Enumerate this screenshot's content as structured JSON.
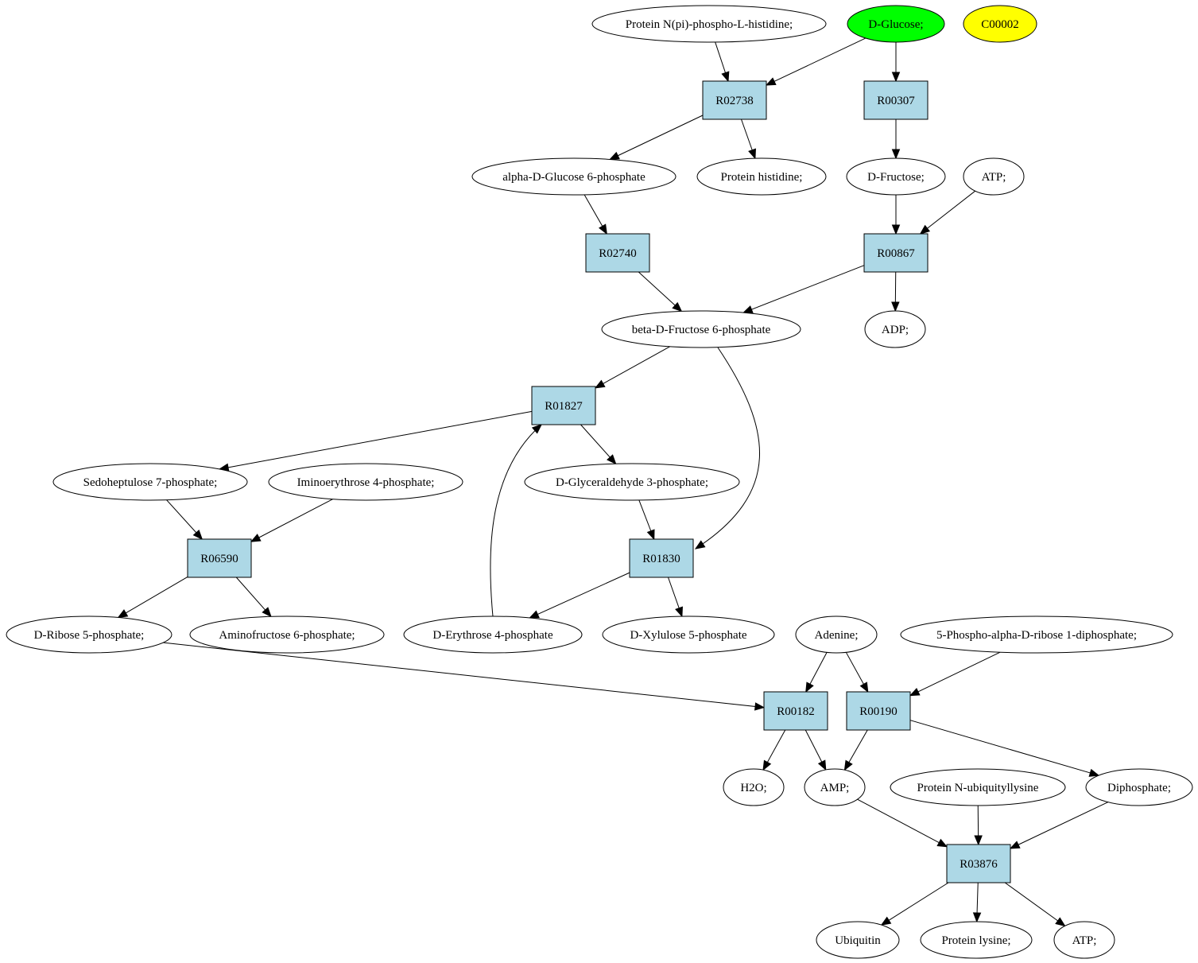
{
  "colors": {
    "reaction_fill": "#add8e6",
    "compound_fill": "#ffffff",
    "highlight_green": "#00ff00",
    "highlight_yellow": "#ffff00",
    "edge": "#000000"
  },
  "nodes": [
    {
      "id": "c_pnph",
      "kind": "compound",
      "label": "Protein N(pi)-phospho-L-histidine;"
    },
    {
      "id": "c_dglc",
      "kind": "compound",
      "label": "D-Glucose;",
      "fill": "highlight_green"
    },
    {
      "id": "c_c00002",
      "kind": "compound",
      "label": "C00002",
      "fill": "highlight_yellow"
    },
    {
      "id": "r_R02738",
      "kind": "reaction",
      "label": "R02738"
    },
    {
      "id": "r_R00307",
      "kind": "reaction",
      "label": "R00307"
    },
    {
      "id": "c_ag6p",
      "kind": "compound",
      "label": "alpha-D-Glucose 6-phosphate"
    },
    {
      "id": "c_phis",
      "kind": "compound",
      "label": "Protein histidine;"
    },
    {
      "id": "c_dfru",
      "kind": "compound",
      "label": "D-Fructose;"
    },
    {
      "id": "c_atp1",
      "kind": "compound",
      "label": "ATP;"
    },
    {
      "id": "r_R02740",
      "kind": "reaction",
      "label": "R02740"
    },
    {
      "id": "r_R00867",
      "kind": "reaction",
      "label": "R00867"
    },
    {
      "id": "c_bf6p",
      "kind": "compound",
      "label": "beta-D-Fructose 6-phosphate"
    },
    {
      "id": "c_adp",
      "kind": "compound",
      "label": "ADP;"
    },
    {
      "id": "r_R01827",
      "kind": "reaction",
      "label": "R01827"
    },
    {
      "id": "c_s7p",
      "kind": "compound",
      "label": "Sedoheptulose 7-phosphate;"
    },
    {
      "id": "c_ie4p",
      "kind": "compound",
      "label": "Iminoerythrose 4-phosphate;"
    },
    {
      "id": "c_g3p",
      "kind": "compound",
      "label": "D-Glyceraldehyde 3-phosphate;"
    },
    {
      "id": "r_R06590",
      "kind": "reaction",
      "label": "R06590"
    },
    {
      "id": "r_R01830",
      "kind": "reaction",
      "label": "R01830"
    },
    {
      "id": "c_r5p",
      "kind": "compound",
      "label": "D-Ribose 5-phosphate;"
    },
    {
      "id": "c_af6p",
      "kind": "compound",
      "label": "Aminofructose 6-phosphate;"
    },
    {
      "id": "c_e4p",
      "kind": "compound",
      "label": "D-Erythrose 4-phosphate"
    },
    {
      "id": "c_x5p",
      "kind": "compound",
      "label": "D-Xylulose 5-phosphate"
    },
    {
      "id": "c_ade",
      "kind": "compound",
      "label": "Adenine;"
    },
    {
      "id": "c_prpp",
      "kind": "compound",
      "label": "5-Phospho-alpha-D-ribose 1-diphosphate;"
    },
    {
      "id": "r_R00182",
      "kind": "reaction",
      "label": "R00182"
    },
    {
      "id": "r_R00190",
      "kind": "reaction",
      "label": "R00190"
    },
    {
      "id": "c_h2o",
      "kind": "compound",
      "label": "H2O;"
    },
    {
      "id": "c_amp",
      "kind": "compound",
      "label": "AMP;"
    },
    {
      "id": "c_pnub",
      "kind": "compound",
      "label": "Protein N-ubiquityllysine"
    },
    {
      "id": "c_ppi",
      "kind": "compound",
      "label": "Diphosphate;"
    },
    {
      "id": "r_R03876",
      "kind": "reaction",
      "label": "R03876"
    },
    {
      "id": "c_ubq",
      "kind": "compound",
      "label": "Ubiquitin"
    },
    {
      "id": "c_plys",
      "kind": "compound",
      "label": "Protein lysine;"
    },
    {
      "id": "c_atp2",
      "kind": "compound",
      "label": "ATP;"
    }
  ],
  "edges": [
    {
      "from": "c_pnph",
      "to": "r_R02738"
    },
    {
      "from": "c_dglc",
      "to": "r_R02738"
    },
    {
      "from": "c_dglc",
      "to": "r_R00307"
    },
    {
      "from": "r_R02738",
      "to": "c_ag6p"
    },
    {
      "from": "r_R02738",
      "to": "c_phis"
    },
    {
      "from": "r_R00307",
      "to": "c_dfru"
    },
    {
      "from": "c_ag6p",
      "to": "r_R02740"
    },
    {
      "from": "c_dfru",
      "to": "r_R00867"
    },
    {
      "from": "c_atp1",
      "to": "r_R00867"
    },
    {
      "from": "r_R02740",
      "to": "c_bf6p"
    },
    {
      "from": "r_R00867",
      "to": "c_bf6p"
    },
    {
      "from": "r_R00867",
      "to": "c_adp"
    },
    {
      "from": "c_bf6p",
      "to": "r_R01827"
    },
    {
      "from": "c_bf6p",
      "to": "r_R01830"
    },
    {
      "from": "r_R01827",
      "to": "c_s7p"
    },
    {
      "from": "r_R01827",
      "to": "c_g3p"
    },
    {
      "from": "c_s7p",
      "to": "r_R06590"
    },
    {
      "from": "c_ie4p",
      "to": "r_R06590"
    },
    {
      "from": "c_g3p",
      "to": "r_R01830"
    },
    {
      "from": "r_R06590",
      "to": "c_r5p"
    },
    {
      "from": "r_R06590",
      "to": "c_af6p"
    },
    {
      "from": "r_R01830",
      "to": "c_e4p"
    },
    {
      "from": "r_R01830",
      "to": "c_x5p"
    },
    {
      "from": "c_e4p",
      "to": "r_R01827"
    },
    {
      "from": "c_r5p",
      "to": "r_R00182"
    },
    {
      "from": "c_ade",
      "to": "r_R00182"
    },
    {
      "from": "c_ade",
      "to": "r_R00190"
    },
    {
      "from": "c_prpp",
      "to": "r_R00190"
    },
    {
      "from": "r_R00182",
      "to": "c_h2o"
    },
    {
      "from": "r_R00182",
      "to": "c_amp"
    },
    {
      "from": "r_R00190",
      "to": "c_amp"
    },
    {
      "from": "r_R00190",
      "to": "c_ppi"
    },
    {
      "from": "c_amp",
      "to": "r_R03876"
    },
    {
      "from": "c_pnub",
      "to": "r_R03876"
    },
    {
      "from": "c_ppi",
      "to": "r_R03876"
    },
    {
      "from": "r_R03876",
      "to": "c_ubq"
    },
    {
      "from": "r_R03876",
      "to": "c_plys"
    },
    {
      "from": "r_R03876",
      "to": "c_atp2"
    }
  ]
}
